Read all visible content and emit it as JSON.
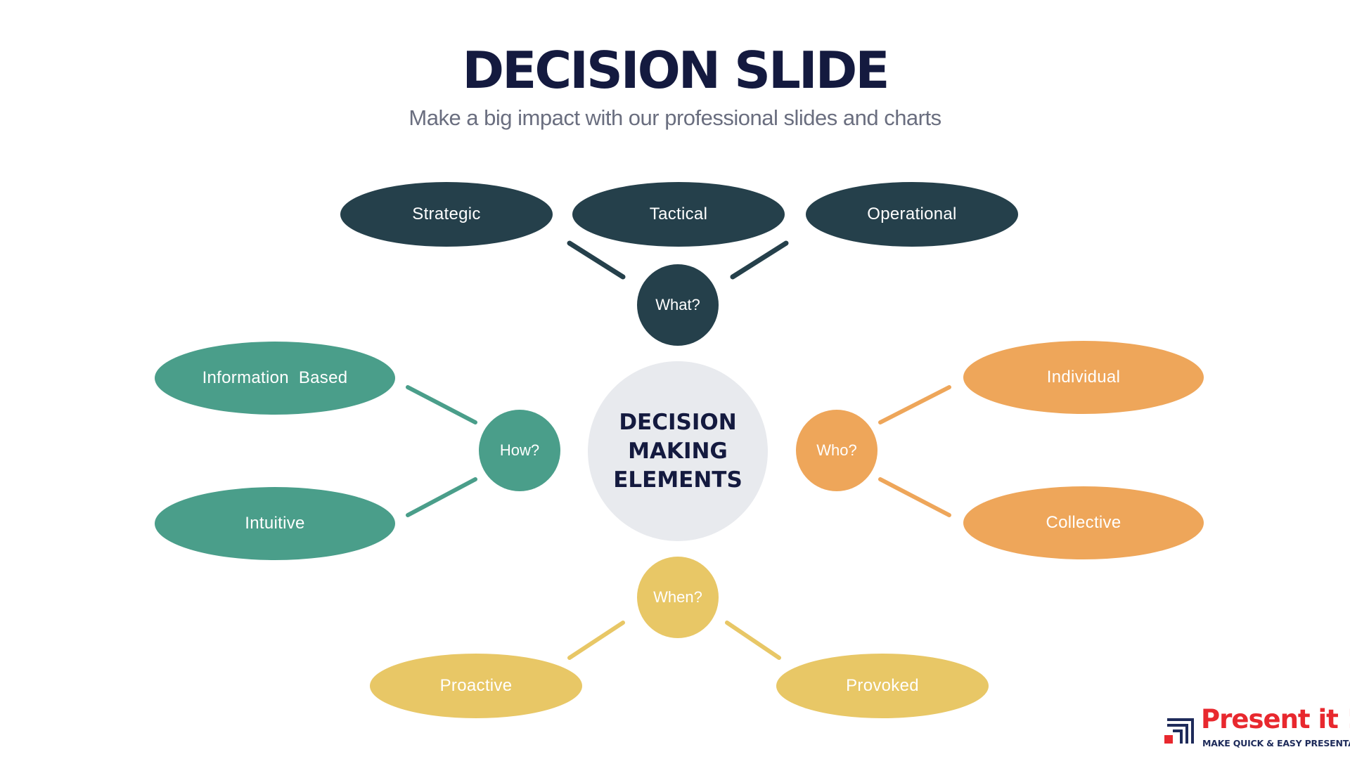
{
  "slide": {
    "title": "DECISION SLIDE",
    "subtitle": "Make a big impact with our professional slides and charts"
  },
  "center": {
    "label": "DECISION\nMAKING\nELEMENTS"
  },
  "colors": {
    "what": "#25404b",
    "how": "#4a9e8a",
    "who": "#eea65a",
    "when": "#e8c766",
    "center": "#e8eaee",
    "title": "#141a3f"
  },
  "branches": {
    "what": {
      "question": "What?",
      "items": [
        "Strategic",
        "Tactical",
        "Operational"
      ]
    },
    "how": {
      "question": "How?",
      "items": [
        "Information  Based",
        "Intuitive"
      ]
    },
    "who": {
      "question": "Who?",
      "items": [
        "Individual",
        "Collective"
      ]
    },
    "when": {
      "question": "When?",
      "items": [
        "Proactive",
        "Provoked"
      ]
    }
  },
  "logo": {
    "name": "Present it !",
    "tagline": "MAKE QUICK & EASY PRESENTATIONS"
  }
}
